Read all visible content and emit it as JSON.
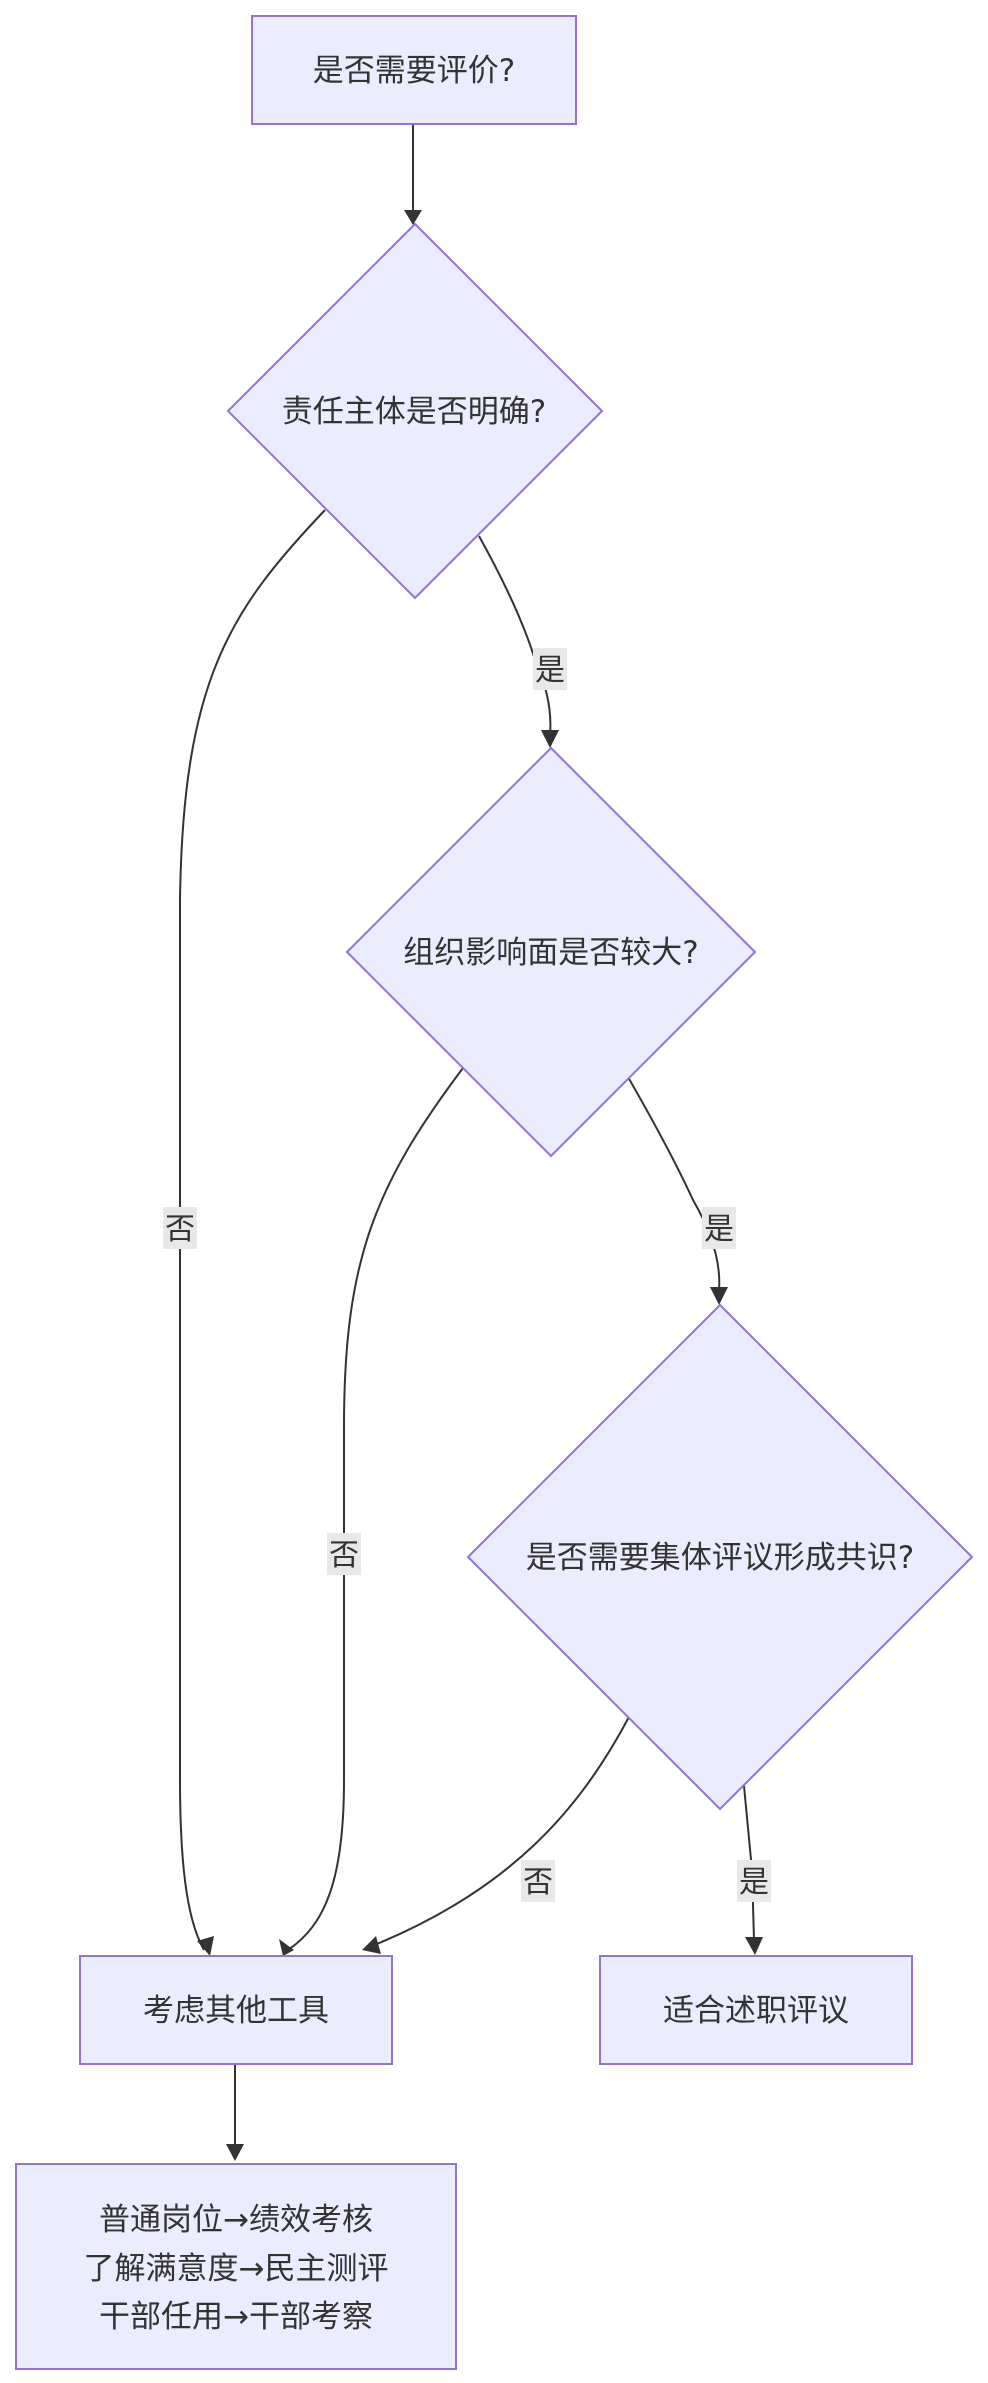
{
  "nodes": {
    "start": {
      "label": "是否需要评价?"
    },
    "q1": {
      "label": "责任主体是否明确?"
    },
    "q2": {
      "label": "组织影响面是否较大?"
    },
    "q3": {
      "label": "是否需要集体评议形成共识?"
    },
    "other": {
      "label": "考虑其他工具"
    },
    "fit": {
      "label": "适合述职评议"
    },
    "tools": {
      "lines": [
        "普通岗位→绩效考核",
        "了解满意度→民主测评",
        "干部任用→干部考察"
      ]
    }
  },
  "edges": {
    "q1_yes": "是",
    "q1_no": "否",
    "q2_yes": "是",
    "q2_no": "否",
    "q3_yes": "是",
    "q3_no": "否"
  },
  "colors": {
    "node_fill": "#ececff",
    "node_stroke": "#9370db",
    "edge": "#333333",
    "label_bg": "#e8e8e8"
  }
}
